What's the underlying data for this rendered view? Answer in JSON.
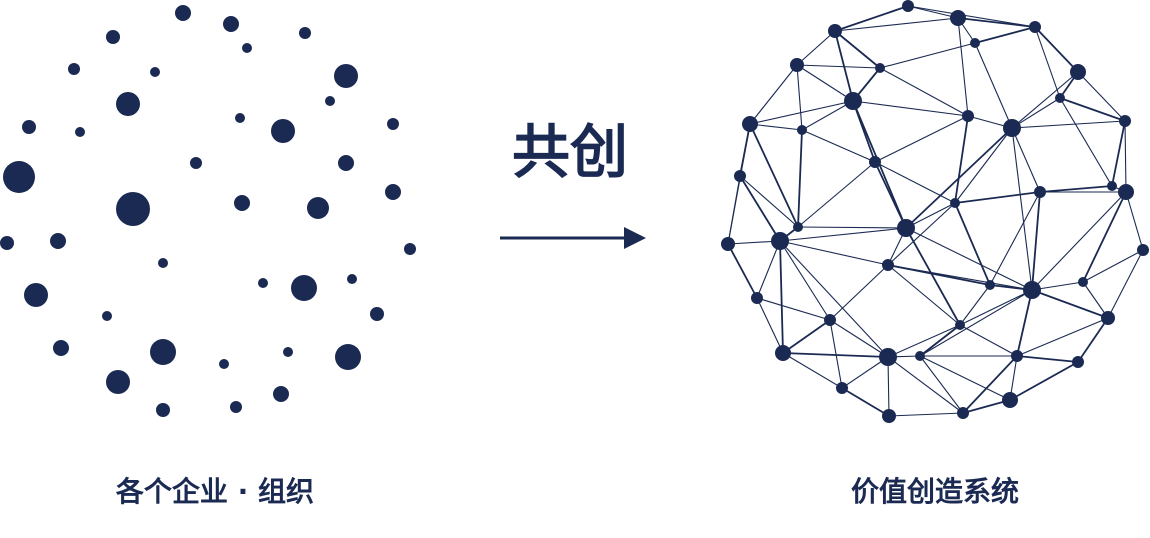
{
  "colors": {
    "primary": "#1b2a52",
    "background": "#ffffff"
  },
  "arrow": {
    "label": "共创"
  },
  "left_panel": {
    "caption": "各个企业 · 组织"
  },
  "right_panel": {
    "caption": "价值创造系统"
  }
}
